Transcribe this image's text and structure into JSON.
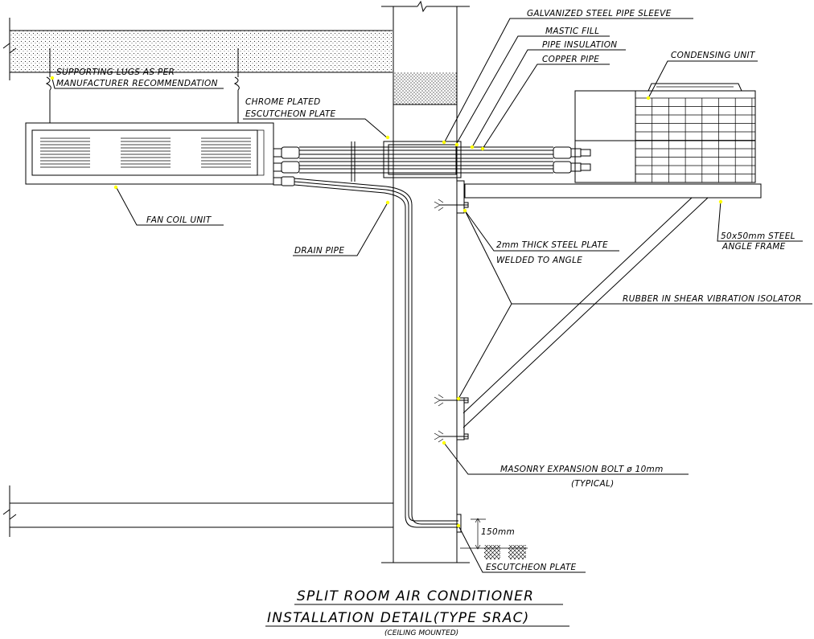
{
  "labels": {
    "galvanized_sleeve": "GALVANIZED STEEL PIPE SLEEVE",
    "mastic_fill": "MASTIC FILL",
    "pipe_insulation": "PIPE INSULATION",
    "copper_pipe": "COPPER PIPE",
    "condensing_unit": "CONDENSING UNIT",
    "supporting_lugs_1": "SUPPORTING LUGS AS PER",
    "supporting_lugs_2": "MANUFACTURER RECOMMENDATION",
    "chrome_plated_1": "CHROME PLATED",
    "chrome_plated_2": "ESCUTCHEON PLATE",
    "fan_coil_unit": "FAN COIL UNIT",
    "drain_pipe": "DRAIN PIPE",
    "steel_plate_1": "2mm THICK STEEL PLATE",
    "steel_plate_2": "WELDED TO ANGLE",
    "angle_frame_1": "50x50mm STEEL",
    "angle_frame_2": "ANGLE FRAME",
    "vibration_isolator": "RUBBER IN SHEAR VIBRATION ISOLATOR",
    "expansion_bolt": "MASONRY EXPANSION BOLT ø 10mm",
    "typical": "(TYPICAL)",
    "dimension_150": "150mm",
    "escutcheon_plate": "ESCUTCHEON PLATE"
  },
  "title": {
    "line1": "SPLIT ROOM AIR CONDITIONER",
    "line2": "INSTALLATION DETAIL(TYPE SRAC)",
    "line3": "(CEILING MOUNTED)"
  },
  "colors": {
    "line": "#000000",
    "marker": "#ffff00",
    "background": "#ffffff"
  }
}
